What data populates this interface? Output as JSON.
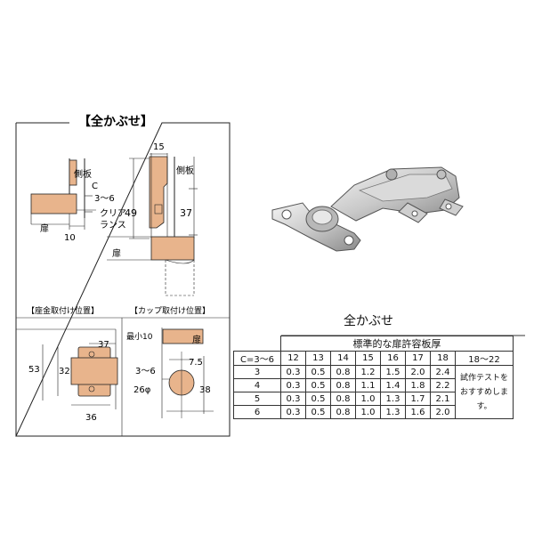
{
  "diagram": {
    "heading": "【全かぶせ】",
    "side_view": {
      "side_panel_left": "側板",
      "c_label": "C",
      "c_range": "3～6",
      "clearance_label_1": "クリア",
      "clearance_label_2": "ランス",
      "door_left": "扉",
      "dim_10": "10",
      "dim_15": "15",
      "dim_49": "49",
      "side_panel_right": "側板",
      "dim_37": "37",
      "door_right": "扉"
    },
    "plate_section": {
      "title": "【座金取付け位置】",
      "dim_37": "37",
      "dim_53": "53",
      "dim_32": "32",
      "dim_36": "36"
    },
    "cup_section": {
      "title": "【カップ取付け位置】",
      "min_label": "最小10",
      "door": "扉",
      "dim_75": "7.5",
      "dim_c": "3～6",
      "dim_26": "26φ",
      "dim_38": "38"
    }
  },
  "spec_table": {
    "title": "全かぶせ",
    "group_header": "標準的な扉許容板厚",
    "corner_header": "C=3～6",
    "thickness_headers": [
      "12",
      "13",
      "14",
      "15",
      "16",
      "17",
      "18",
      "18～22"
    ],
    "rows": [
      {
        "c": "3",
        "values": [
          "0.3",
          "0.5",
          "0.8",
          "1.2",
          "1.5",
          "2.0",
          "2.4"
        ]
      },
      {
        "c": "4",
        "values": [
          "0.3",
          "0.5",
          "0.8",
          "1.1",
          "1.4",
          "1.8",
          "2.2"
        ]
      },
      {
        "c": "5",
        "values": [
          "0.3",
          "0.5",
          "0.8",
          "1.0",
          "1.3",
          "1.7",
          "2.1"
        ]
      },
      {
        "c": "6",
        "values": [
          "0.3",
          "0.5",
          "0.8",
          "1.0",
          "1.3",
          "1.6",
          "2.0"
        ]
      }
    ],
    "note_line1": "試作テストを",
    "note_line2": "おすすめします。"
  },
  "colors": {
    "part_fill": "#e8b48c",
    "line": "#222222",
    "metal_light": "#e4e4e4",
    "metal_dark": "#8a8a8a"
  },
  "icons": [
    "hinge-photo"
  ]
}
